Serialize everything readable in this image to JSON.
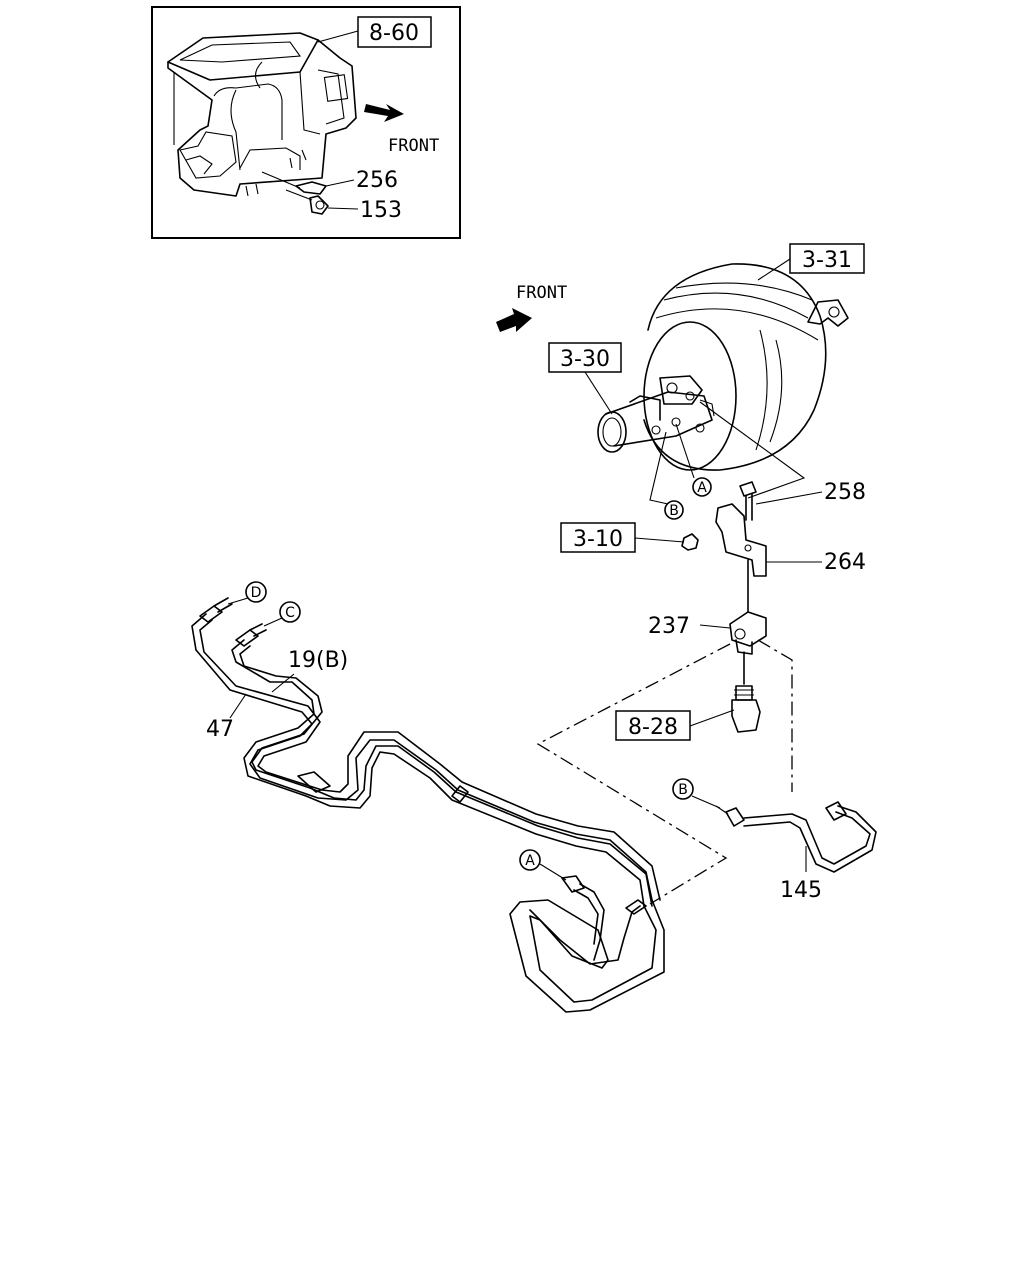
{
  "inset": {
    "ref_box": "8-60",
    "front": "FRONT",
    "part_256": "256",
    "part_153": "153"
  },
  "main": {
    "front": "FRONT",
    "ref_331": "3-31",
    "ref_330": "3-30",
    "ref_310": "3-10",
    "ref_828": "8-28",
    "part_258": "258",
    "part_264": "264",
    "part_237": "237",
    "part_19b": "19(B)",
    "part_47": "47",
    "part_145": "145",
    "callout_a": "A",
    "callout_b": "B",
    "callout_c": "C",
    "callout_d": "D"
  }
}
